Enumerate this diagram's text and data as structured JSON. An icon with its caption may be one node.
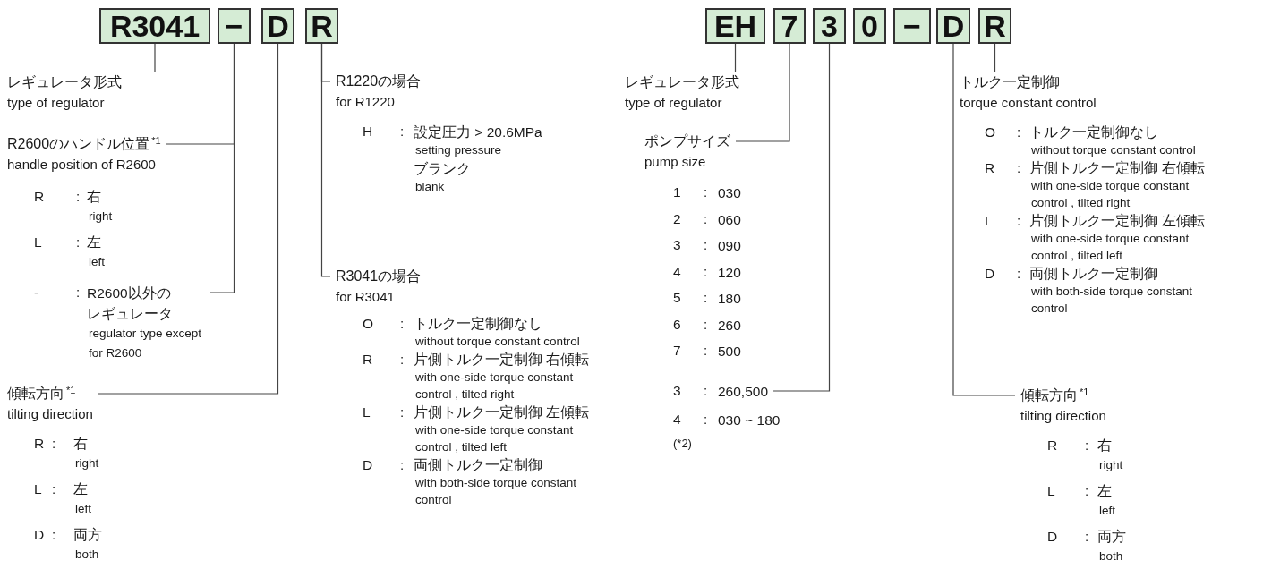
{
  "diagram": {
    "nodes": [
      {
        "text": [
          "R3041"
        ]
      },
      {
        "text": [
          "−"
        ]
      },
      {
        "text": [
          "D"
        ]
      },
      {
        "text": [
          "R"
        ]
      },
      {
        "text": [
          "EH"
        ]
      },
      {
        "text": [
          "7"
        ]
      },
      {
        "text": [
          "3"
        ]
      },
      {
        "text": [
          "0"
        ]
      },
      {
        "text": [
          "−"
        ]
      },
      {
        "text": [
          "D"
        ]
      },
      {
        "text": [
          "R"
        ]
      },
      {
        "text": [
          "レギュレータ形式",
          "type of regulator"
        ]
      },
      {
        "text": [
          "R2600のハンドル位置$^{*1}$",
          "handle position of R2600"
        ],
        "beside": [
          "R",
          ":",
          "右",
          "right",
          "L",
          ":",
          "左",
          "left"
        ]
      },
      {
        "text": [
          "-",
          ":",
          "R2600以外のレギュレータ",
          "regulator type except for R2600"
        ]
      },
      {
        "text": [
          "傾転方向$^{*1}$",
          "tilting direction"
        ],
        "beside": [
          "R",
          ":",
          "右",
          "right",
          "L",
          ":",
          "左",
          "left",
          "D",
          ":",
          "両方",
          "both"
        ]
      },
      {
        "text": [
          "R1220の場合",
          "for R1220"
        ],
        "beside": [
          "H",
          ":",
          "設定圧力 > 20.6MPa",
          "setting pressure",
          "ブランク",
          "blank"
        ]
      },
      {
        "text": [
          "R3041の場合",
          "for R3041"
        ],
        "beside": [
          "O",
          ":",
          "トルク一定制御なし",
          "without torque constant control",
          "R",
          ":",
          "片側トルク一定制御 右傾転",
          "with one-side torque constant control , tilted right",
          "L",
          ":",
          "片側トルク一定制御 左傾転",
          "with one-side torque constant control , tilted left",
          "D",
          ":",
          "両側トルク一定制御",
          "with both-side torque constant control"
        ]
      },
      {
        "text": [
          "レギュレータ形式",
          "type of regulator"
        ]
      },
      {
        "text": [
          "ポンプサイズ",
          "pump size"
        ],
        "beside": [
          "1",
          ":",
          "030",
          "2",
          ":",
          "060",
          "3",
          ":",
          "090",
          "4",
          ":",
          "120",
          "5",
          ":",
          "180",
          "6",
          ":",
          "260",
          "7",
          ":",
          "500"
        ]
      },
      {
        "text": [
          "3",
          ":",
          "260,500"
        ],
        "beside": [
          "4",
          ":",
          "030 ~ 180",
          "(*2)"
        ]
      },
      {
        "text": [
          "トルク一定制御",
          "torque constant control"
        ],
        "beside": [
          "O",
          ":",
          "トルク一定制御なし",
          "without torque constant control",
          "R",
          ":",
          "片側トルク一定制御 右傾転",
          "with one-side torque constant control , tilted right",
          "L",
          ":",
          "片側トルク一定制御 左傾転",
          "with one-side torque constant control , tilted left",
          "D",
          ":",
          "両側トルク一定制御",
          "with both-side torque constant control"
        ]
      },
      {
        "text": [
          "傾転方向$^{*1}$",
          "tilting direction"
        ],
        "beside": [
          "R",
          ":",
          "右",
          "right",
          "L",
          ":",
          "左",
          "left",
          "D",
          ":",
          "両方",
          "both"
        ]
      }
    ],
    "edges": [
      {
        "from": 0,
        "to": 11,
        "arrow": "none"
      },
      {
        "from": 1,
        "to": 12,
        "arrow": "none"
      },
      {
        "from": 1,
        "to": 13,
        "arrow": "none"
      },
      {
        "from": 2,
        "to": 14,
        "arrow": "none"
      },
      {
        "from": 3,
        "to": 15,
        "arrow": "none"
      },
      {
        "from": 3,
        "to": 16,
        "arrow": "none"
      },
      {
        "from": 4,
        "to": 17,
        "arrow": "none"
      },
      {
        "from": 5,
        "to": 18,
        "arrow": "none"
      },
      {
        "from": 6,
        "to": 19,
        "arrow": "none"
      },
      {
        "from": 10,
        "to": 20,
        "arrow": "none"
      },
      {
        "from": 9,
        "to": 21,
        "arrow": "none"
      }
    ]
  }
}
